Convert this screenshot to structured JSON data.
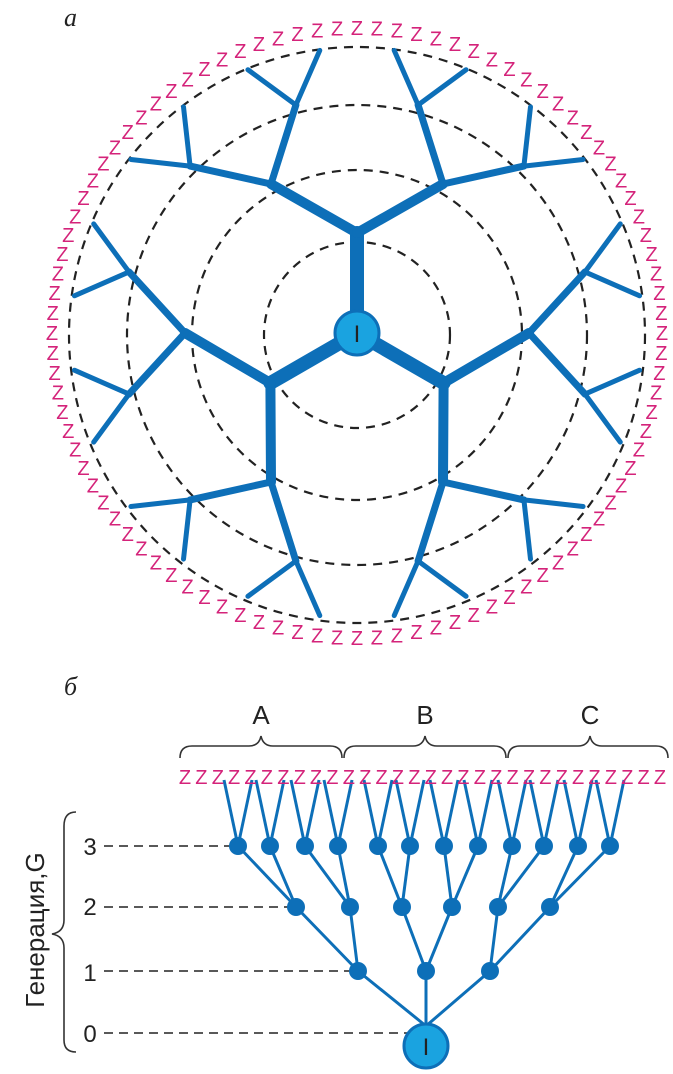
{
  "panel_a": {
    "label": "а",
    "core_label": "I",
    "terminal_symbol": "Z"
  },
  "panel_b": {
    "label": "б",
    "groups": [
      "A",
      "B",
      "C"
    ],
    "axis_title": "Генерация,G",
    "generations": [
      "3",
      "2",
      "1",
      "0"
    ],
    "core_label": "I",
    "terminal_symbol": "Z"
  },
  "colors": {
    "branch": "#0d6fb8",
    "core": "#1aa3e0",
    "terminal": "#d4237a",
    "shell_dash": "#222222"
  }
}
